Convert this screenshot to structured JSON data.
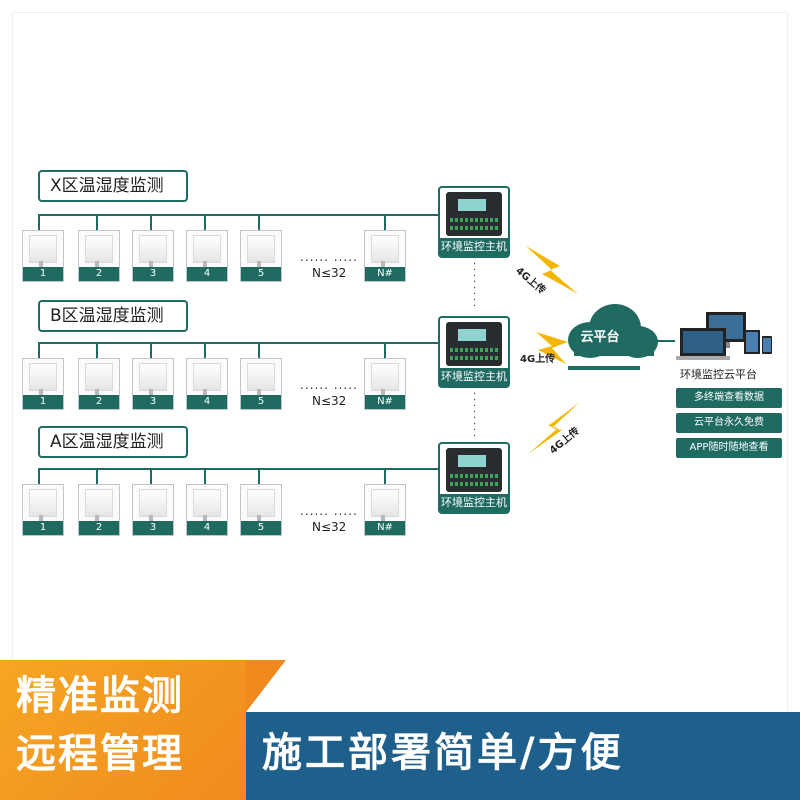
{
  "zones": [
    {
      "title": "X区温湿度监测",
      "sensors": [
        "1",
        "2",
        "3",
        "4",
        "5"
      ],
      "ellipsis": "......   .....",
      "n_label": "N≤32",
      "last_sensor": "N#",
      "host_label": "环境监控主机"
    },
    {
      "title": "B区温湿度监测",
      "sensors": [
        "1",
        "2",
        "3",
        "4",
        "5"
      ],
      "ellipsis": "......   .....",
      "n_label": "N≤32",
      "last_sensor": "N#",
      "host_label": "环境监控主机"
    },
    {
      "title": "A区温湿度监测",
      "sensors": [
        "1",
        "2",
        "3",
        "4",
        "5"
      ],
      "ellipsis": "......   .....",
      "n_label": "N≤32",
      "last_sensor": "N#",
      "host_label": "环境监控主机"
    }
  ],
  "uplink_labels": [
    "4G上传",
    "4G上传",
    "4G上传"
  ],
  "cloud": {
    "label": "云平台"
  },
  "platform": {
    "caption": "环境监控云平台"
  },
  "features": [
    "多终端查看数据",
    "云平台永久免费",
    "APP随时随地查看"
  ],
  "banner": {
    "left_line1": "精准监测",
    "left_line2": "远程管理",
    "right": "施工部署简单/方便"
  },
  "colors": {
    "teal": "#1f6b62",
    "orange": "#f5a623",
    "blue": "#1f5f8b",
    "bolt": "#f2b705"
  }
}
